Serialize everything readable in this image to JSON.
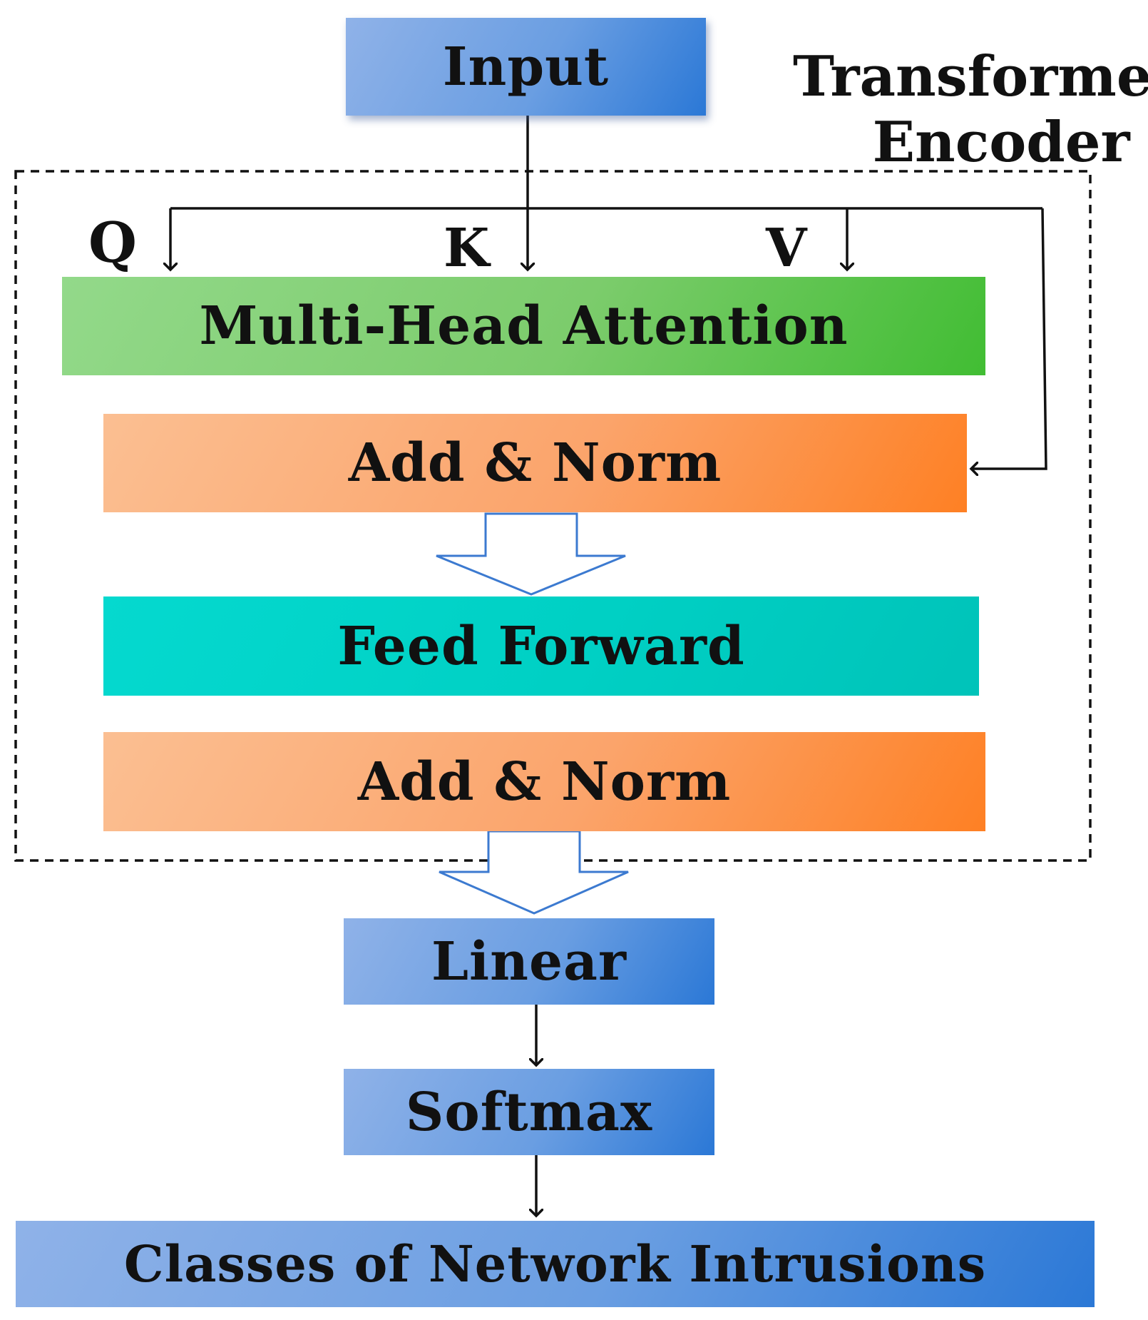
{
  "title": {
    "line1": "Transformer",
    "line2": "Encoder"
  },
  "input": "Input",
  "qkv": {
    "q": "Q",
    "k": "K",
    "v": "V"
  },
  "encoder": {
    "attention": "Multi-Head Attention",
    "add_norm_1": "Add & Norm",
    "feed_forward": "Feed Forward",
    "add_norm_2": "Add & Norm"
  },
  "linear": "Linear",
  "softmax": "Softmax",
  "output": "Classes of Network Intrusions",
  "colors": {
    "blue": "#4f8ddc",
    "green": "#72c964",
    "orange": "#fb9d5a",
    "teal": "#00cfc4",
    "arrow_outline": "#3c7ad0"
  }
}
